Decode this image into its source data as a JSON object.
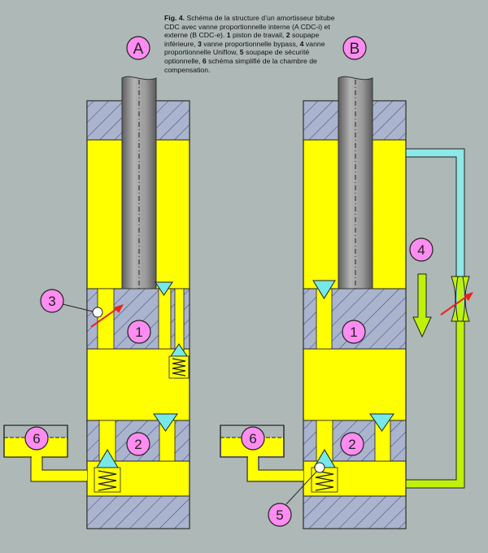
{
  "caption": {
    "fig": "Fig. 4.",
    "t1": " Schéma de la structure d’un amortisseur bitube CDC avec vanne proportionnelle interne (A CDC-i) et externe (B CDC-e). ",
    "n1": "1",
    "t2": " piston de travail, ",
    "n2": "2",
    "t3": " soupape inférieure, ",
    "n3": "3",
    "t4": " vanne proportionnelle bypass, ",
    "n4": "4",
    "t5": " vanne proportionnelle Uniflow, ",
    "n5": "5",
    "t6": " soupape de sécurité optionnelle, ",
    "n6": "6",
    "t7": " schéma simplifié de la chambre de compensation."
  },
  "labels": {
    "a": "A",
    "b": "B",
    "a1": "1",
    "a2": "2",
    "a3": "3",
    "a6": "6",
    "b1": "1",
    "b2": "2",
    "b4": "4",
    "b5": "5",
    "b6": "6"
  },
  "colors": {
    "background": "#aeb8b6",
    "fluid": "#ffff00",
    "steel": "#aab4cc",
    "rod": "#8c8c8c",
    "external_line": "#8ee8e8",
    "return_line": "#bff20a",
    "valve_marker": "#77e8e8",
    "callout": "#ff8cf0",
    "arrow": "#e8231e"
  }
}
